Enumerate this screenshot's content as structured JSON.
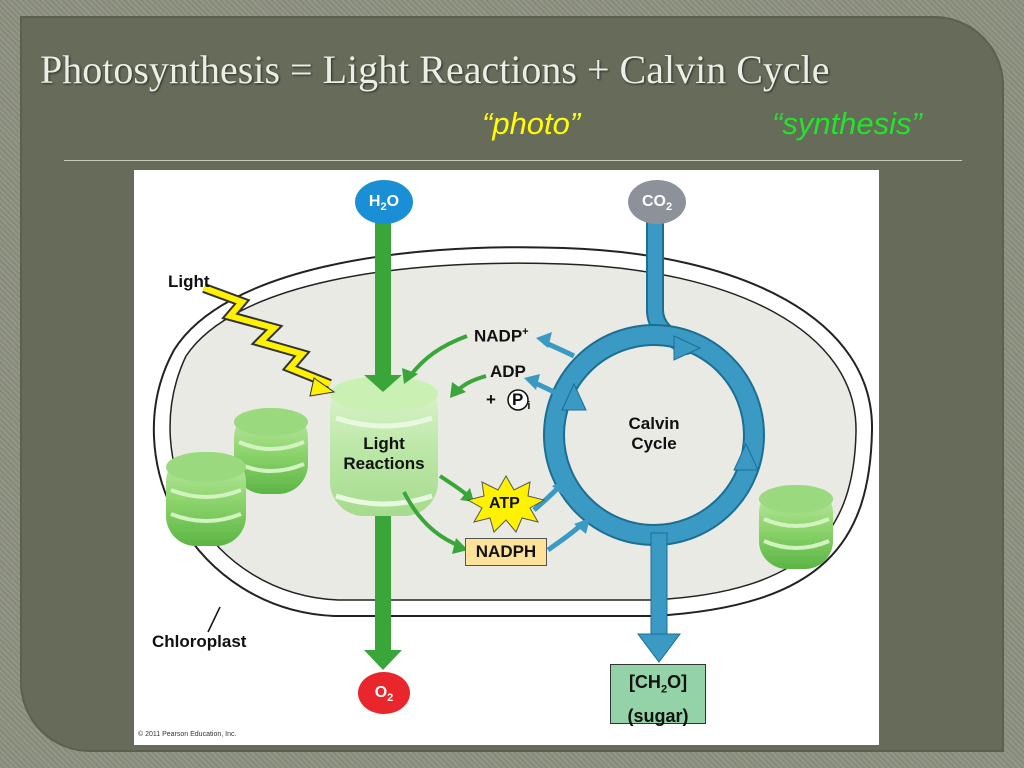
{
  "slide": {
    "title": "Photosynthesis = Light Reactions + Calvin Cycle",
    "photo_label": "“photo”",
    "synthesis_label": "“synthesis”"
  },
  "diagram": {
    "light": "Light",
    "chloroplast": "Chloroplast",
    "light_reactions_1": "Light",
    "light_reactions_2": "Reactions",
    "calvin_1": "Calvin",
    "calvin_2": "Cycle",
    "water_main": "H",
    "water_sub": "2",
    "water_end": "O",
    "co2_main": "CO",
    "co2_sub": "2",
    "o2_main": "O",
    "o2_sub": "2",
    "nadp_main": "NADP",
    "nadp_sup": "+",
    "adp": "ADP",
    "plus": "+",
    "pi_main": "P",
    "pi_sub": "i",
    "atp": "ATP",
    "nadph": "NADPH",
    "sugar_1a": "[CH",
    "sugar_1sub": "2",
    "sugar_1b": "O]",
    "sugar_2": "(sugar)",
    "copyright": "© 2011 Pearson Education, Inc."
  },
  "colors": {
    "green_arrow": "#3aa63a",
    "blue_arrow": "#3a9ac4",
    "stroma": "#e9eae4",
    "water": "#1b8fd6",
    "co2": "#8d9199",
    "o2": "#e8262b",
    "atp_star": "#fff200",
    "nadph_box": "#fde39a",
    "sugar_box": "#93d3a7"
  }
}
